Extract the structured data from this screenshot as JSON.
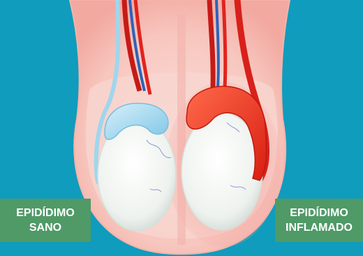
{
  "labels": {
    "left": "EPIDÍDIMO\nSANO",
    "right": "EPIDÍDIMO\nINFLAMADO"
  },
  "colors": {
    "background": "#0f9cbd",
    "scrotum_skin": "#f9c9c2",
    "scrotum_inner": "#f6d8d2",
    "testis": "#eef3ef",
    "healthy_epididymis": "#a9dcef",
    "inflamed_epididymis": "#e8321c",
    "inflammation_glow": "#f2a39a",
    "artery": "#d9201b",
    "vein": "#2d63b8",
    "label_bar": "#4f9a67",
    "label_text": "#ffffff"
  },
  "icons": {
    "illustration": "scrotum-cross-section-illustration"
  }
}
